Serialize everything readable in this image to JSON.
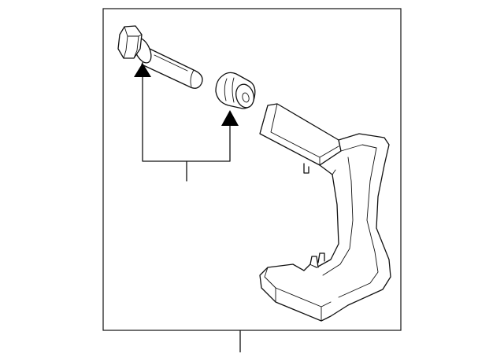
{
  "diagram": {
    "parts": [
      {
        "id": "guide-pin-bolt",
        "icon": "bolt-icon"
      },
      {
        "id": "pin-boot-bushing",
        "icon": "bushing-icon"
      },
      {
        "id": "caliper-support-bracket",
        "icon": "bracket-icon"
      }
    ],
    "colors": {
      "line": "#111111",
      "arrow": "#000000",
      "background": "#ffffff"
    }
  }
}
